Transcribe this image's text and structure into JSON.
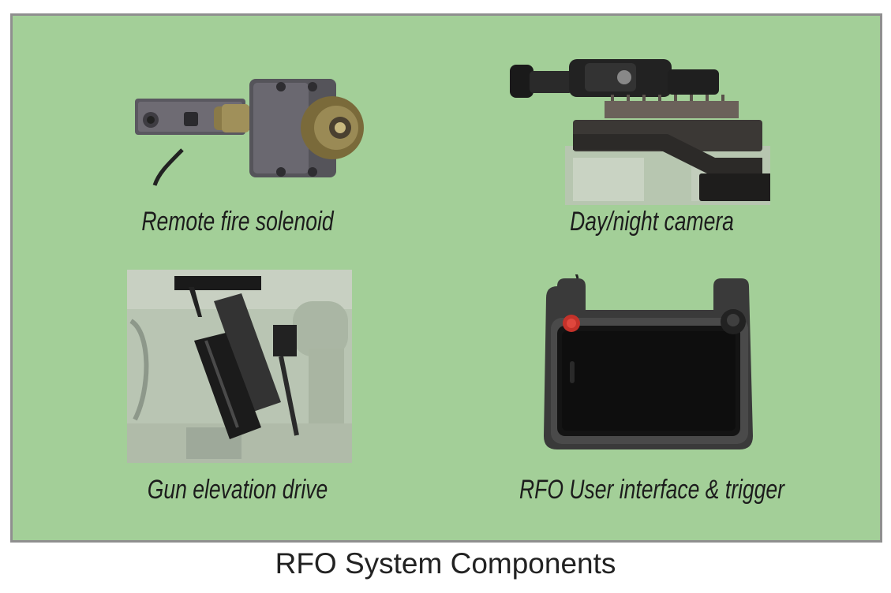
{
  "panel": {
    "background": "#a3cf98",
    "border_color": "#8f8f8f",
    "items": [
      {
        "label": "Remote fire solenoid",
        "icon": "solenoid-icon"
      },
      {
        "label": "Day/night camera",
        "icon": "camera-scope-icon"
      },
      {
        "label": "Gun elevation drive",
        "icon": "elevation-drive-icon"
      },
      {
        "label": "RFO User interface & trigger",
        "icon": "tablet-controller-icon"
      }
    ]
  },
  "footer": {
    "title": "RFO System Components"
  }
}
